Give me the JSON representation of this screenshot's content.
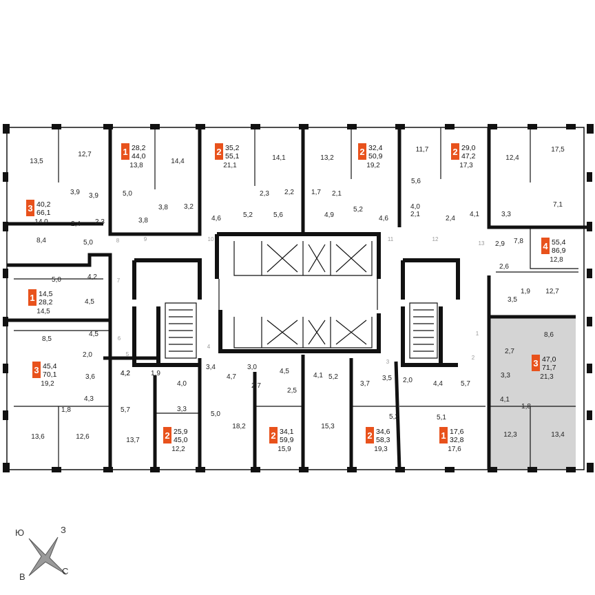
{
  "colors": {
    "accent": "#e8521c",
    "wall": "#111111",
    "selected_unit": "#d4d4d4"
  },
  "apartments": [
    {
      "rooms": "1",
      "living": "28,2",
      "total": "44,0",
      "kitchen": "13,8"
    },
    {
      "rooms": "2",
      "living": "35,2",
      "total": "55,1",
      "kitchen": "21,1"
    },
    {
      "rooms": "2",
      "living": "32,4",
      "total": "50,9",
      "kitchen": "19,2"
    },
    {
      "rooms": "2",
      "living": "29,0",
      "total": "47,2",
      "kitchen": "17,3"
    },
    {
      "rooms": "3",
      "living": "40,2",
      "total": "66,1",
      "kitchen": "14,0"
    },
    {
      "rooms": "4",
      "living": "55,4",
      "total": "86,9",
      "kitchen": "12,8"
    },
    {
      "rooms": "1",
      "living": "14,5",
      "total": "28,2",
      "kitchen": "14,5"
    },
    {
      "rooms": "3",
      "living": "45,4",
      "total": "70,1",
      "kitchen": "19,2"
    },
    {
      "rooms": "3",
      "living": "47,0",
      "total": "71,7",
      "kitchen": "21,3"
    },
    {
      "rooms": "2",
      "living": "25,9",
      "total": "45,0",
      "kitchen": "12,2"
    },
    {
      "rooms": "2",
      "living": "34,1",
      "total": "59,9",
      "kitchen": "15,9"
    },
    {
      "rooms": "2",
      "living": "34,6",
      "total": "58,3",
      "kitchen": "19,3"
    },
    {
      "rooms": "1",
      "living": "17,6",
      "total": "32,8",
      "kitchen": "17,6"
    }
  ],
  "room_areas": [
    "13,5",
    "12,7",
    "14,4",
    "14,1",
    "13,2",
    "11,7",
    "12,4",
    "17,5",
    "3,9",
    "3,9",
    "5,0",
    "3,8",
    "3,2",
    "3,8",
    "2,4",
    "2,3",
    "4,6",
    "5,2",
    "2,3",
    "5,6",
    "2,2",
    "1,7",
    "2,1",
    "4,9",
    "5,2",
    "4,6",
    "5,6",
    "4,0",
    "2,1",
    "2,4",
    "4,1",
    "3,3",
    "7,1",
    "8,4",
    "5,0",
    "2,9",
    "7,8",
    "2,6",
    "4,2",
    "5,0",
    "4,5",
    "3,5",
    "1,9",
    "12,7",
    "8,5",
    "4,5",
    "2,0",
    "4,2",
    "8,6",
    "3,6",
    "2,7",
    "3,3",
    "4,3",
    "1,8",
    "4,2",
    "1,9",
    "4,0",
    "3,4",
    "3,0",
    "4,5",
    "4,7",
    "2,7",
    "2,5",
    "4,1",
    "5,2",
    "3,7",
    "3,5",
    "2,0",
    "4,4",
    "5,7",
    "4,1",
    "1,8",
    "5,7",
    "3,3",
    "5,0",
    "5,2",
    "5,1",
    "13,6",
    "12,6",
    "13,7",
    "18,2",
    "15,3",
    "12,3",
    "13,4"
  ],
  "door_numbers": [
    "8",
    "9",
    "10",
    "11",
    "12",
    "13",
    "7",
    "6",
    "5",
    "4",
    "3",
    "2",
    "1"
  ],
  "compass": {
    "north": "Ю",
    "east": "З",
    "west": "В",
    "south": "С"
  }
}
